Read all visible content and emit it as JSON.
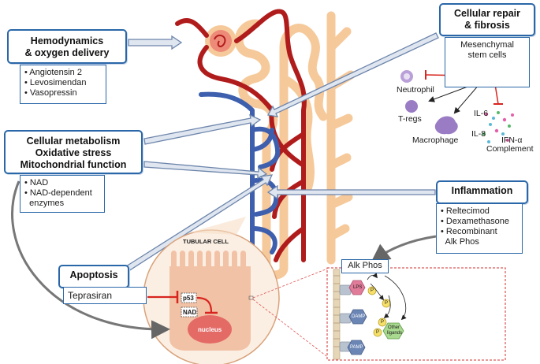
{
  "hemodynamics": {
    "title_line1": "Hemodynamics",
    "title_line2": "& oxygen delivery",
    "items": [
      "• Angiotensin 2",
      "• Levosimendan",
      "• Vasopressin"
    ]
  },
  "metabolism": {
    "title_line1": "Cellular metabolism",
    "title_line2": "Oxidative stress",
    "title_line3": "Mitochondrial function",
    "items": [
      "• NAD",
      "• NAD-dependent",
      "  enzymes"
    ]
  },
  "apoptosis": {
    "title": "Apoptosis",
    "item": "Teprasiran"
  },
  "repair": {
    "title_line1": "Cellular repair",
    "title_line2": "& fibrosis",
    "msc_line1": "Mesenchymal",
    "msc_line2": "stem cells",
    "neutrophil": "Neutrophil",
    "tregs": "T-regs",
    "macrophage": "Macrophage",
    "il6": "IL-6",
    "il8": "IL-8",
    "ifn": "IFN-α",
    "complement": "Complement"
  },
  "inflammation": {
    "title": "Inflammation",
    "items": [
      "• Reltecimod",
      "• Dexamethasone",
      "• Recombinant",
      "  Alk Phos"
    ]
  },
  "tubular_cell": {
    "title": "TUBULAR CELL",
    "p53": "p53",
    "nad": "NAD",
    "nucleus": "nucleus"
  },
  "alk_phos": {
    "title": "Alk Phos",
    "lps": "LPS",
    "damp": "DAMP",
    "pamp": "PAMP",
    "p": "P",
    "other_line1": "Other",
    "other_line2": "ligands"
  },
  "colors": {
    "box_border": "#2a67a8",
    "artery": "#b01c1c",
    "vein": "#3d5fad",
    "tubule": "#f6c99a",
    "cell": "#f2c2a6",
    "inhibit": "#d8241e"
  }
}
